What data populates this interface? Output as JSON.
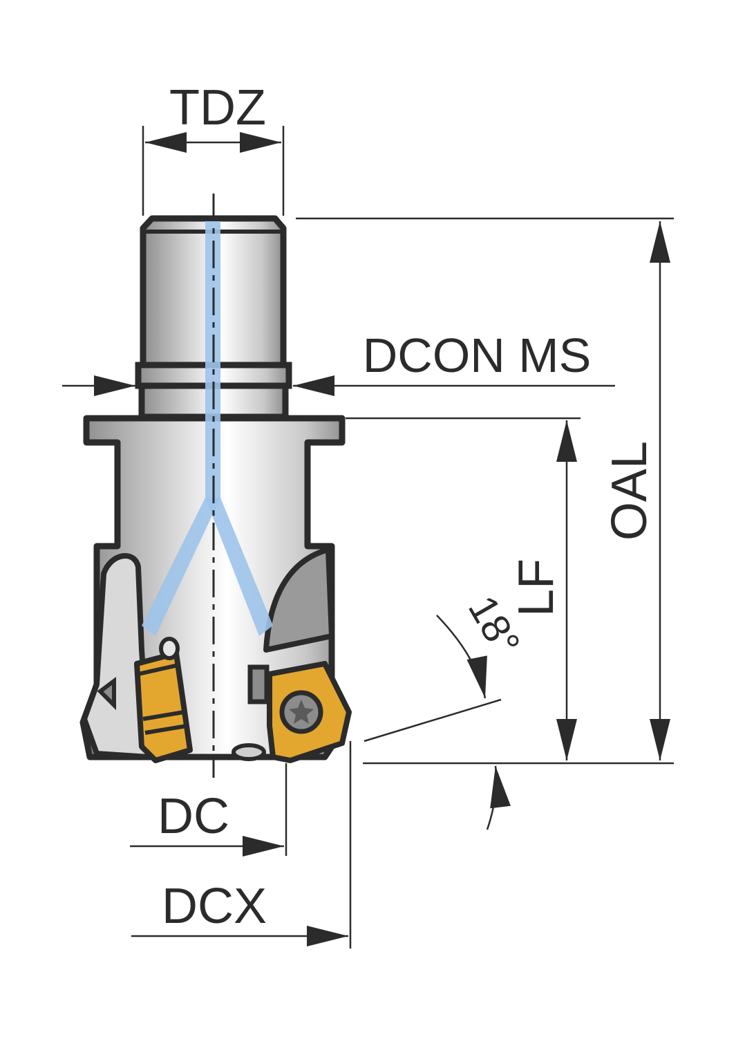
{
  "diagram": {
    "title": "Milling cutter dimension drawing",
    "labels": {
      "tdz": "TDZ",
      "dcon_ms": "DCON MS",
      "oal": "OAL",
      "lf": "LF",
      "angle": "18°",
      "dc": "DC",
      "dcx": "DCX"
    },
    "colors": {
      "outline": "#2b2b2b",
      "body_light": "#f2f2f2",
      "body_dark": "#9a9a9a",
      "coolant": "#9cc3ea",
      "insert": "#e3a72f",
      "flute": "#d9d9d9",
      "flute_dark": "#8c8c8c"
    }
  }
}
